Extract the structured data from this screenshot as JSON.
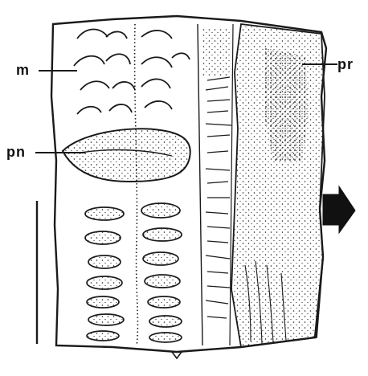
{
  "labels": {
    "m": "m",
    "pn": "pn",
    "pr": "pr"
  },
  "colors": {
    "ink": "#1a1a1a",
    "paper": "#ffffff"
  },
  "icons": {
    "direction": "arrow-right-icon",
    "scale": "scale-bar"
  }
}
